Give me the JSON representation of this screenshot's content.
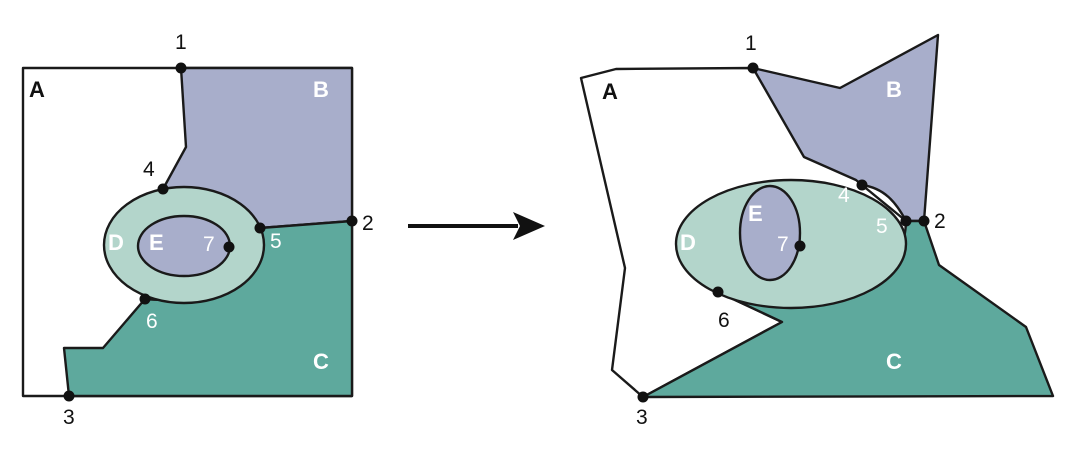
{
  "colors": {
    "region_A": "#ffffff",
    "region_B": "#a8aecb",
    "region_C": "#5ea99d",
    "region_D": "#b3d5cb",
    "region_E": "#a8aecb",
    "outline": "#1a1a1a",
    "label_dark": "#111111",
    "label_light": "#ffffff"
  },
  "before": {
    "regions": {
      "A": "A",
      "B": "B",
      "C": "C",
      "D": "D",
      "E": "E"
    },
    "points": {
      "p1": "1",
      "p2": "2",
      "p3": "3",
      "p4": "4",
      "p5": "5",
      "p6": "6",
      "p7": "7"
    }
  },
  "after": {
    "regions": {
      "A": "A",
      "B": "B",
      "C": "C",
      "D": "D",
      "E": "E"
    },
    "points": {
      "p1": "1",
      "p2": "2",
      "p3": "3",
      "p4": "4",
      "p5": "5",
      "p6": "6",
      "p7": "7"
    }
  },
  "arrow_icon": "arrow-right-icon"
}
